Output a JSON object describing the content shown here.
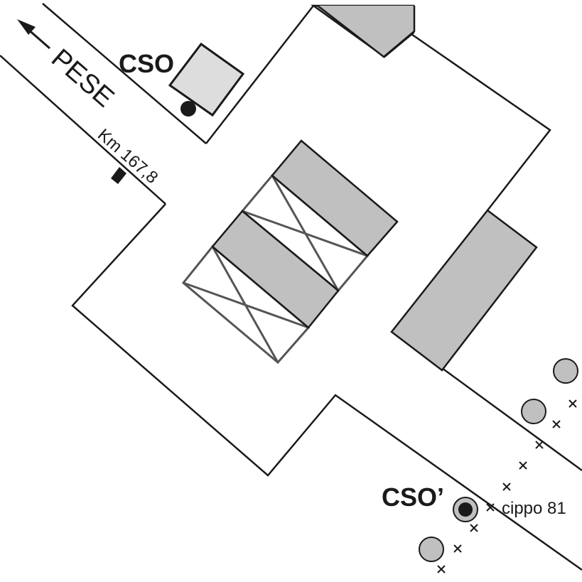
{
  "labels": {
    "direction": "PESE",
    "km_marker": "Km 167,8",
    "cso": "CSO",
    "cso_prime": "CSO’",
    "cippo": "cippo 81"
  },
  "colors": {
    "line": "#1a1a1a",
    "building_fill": "#c0c0c0",
    "cso_box_fill": "#dddddd",
    "x_box_stroke": "#555555",
    "marker_fill": "#1a1a1a"
  },
  "icons": {
    "direction": "arrow-left-icon",
    "survey_point": "black-dot-icon",
    "cso_prime_point": "ringed-dot-icon",
    "tree": "grey-circle-icon",
    "fence_mark": "cross-mark-icon"
  }
}
